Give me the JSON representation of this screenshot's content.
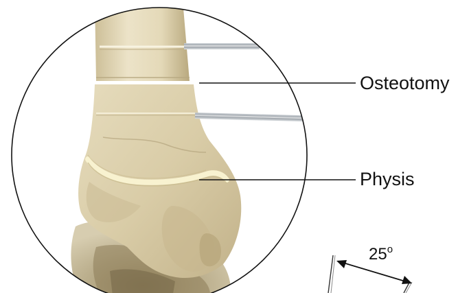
{
  "labels": {
    "osteotomy": "Osteotomy",
    "physis": "Physis",
    "angle_value": "25",
    "angle_unit": "o"
  },
  "colors": {
    "bone_light": "#ece2c6",
    "bone_mid": "#d8cba5",
    "bone_shadow": "#b7a77f",
    "physis_line": "#f6efc9",
    "outline": "#111111",
    "pin": "#9aa1a8"
  },
  "icons": {
    "arrow": "double-headed-arrow",
    "magnifier": "circle-zoom-view"
  }
}
